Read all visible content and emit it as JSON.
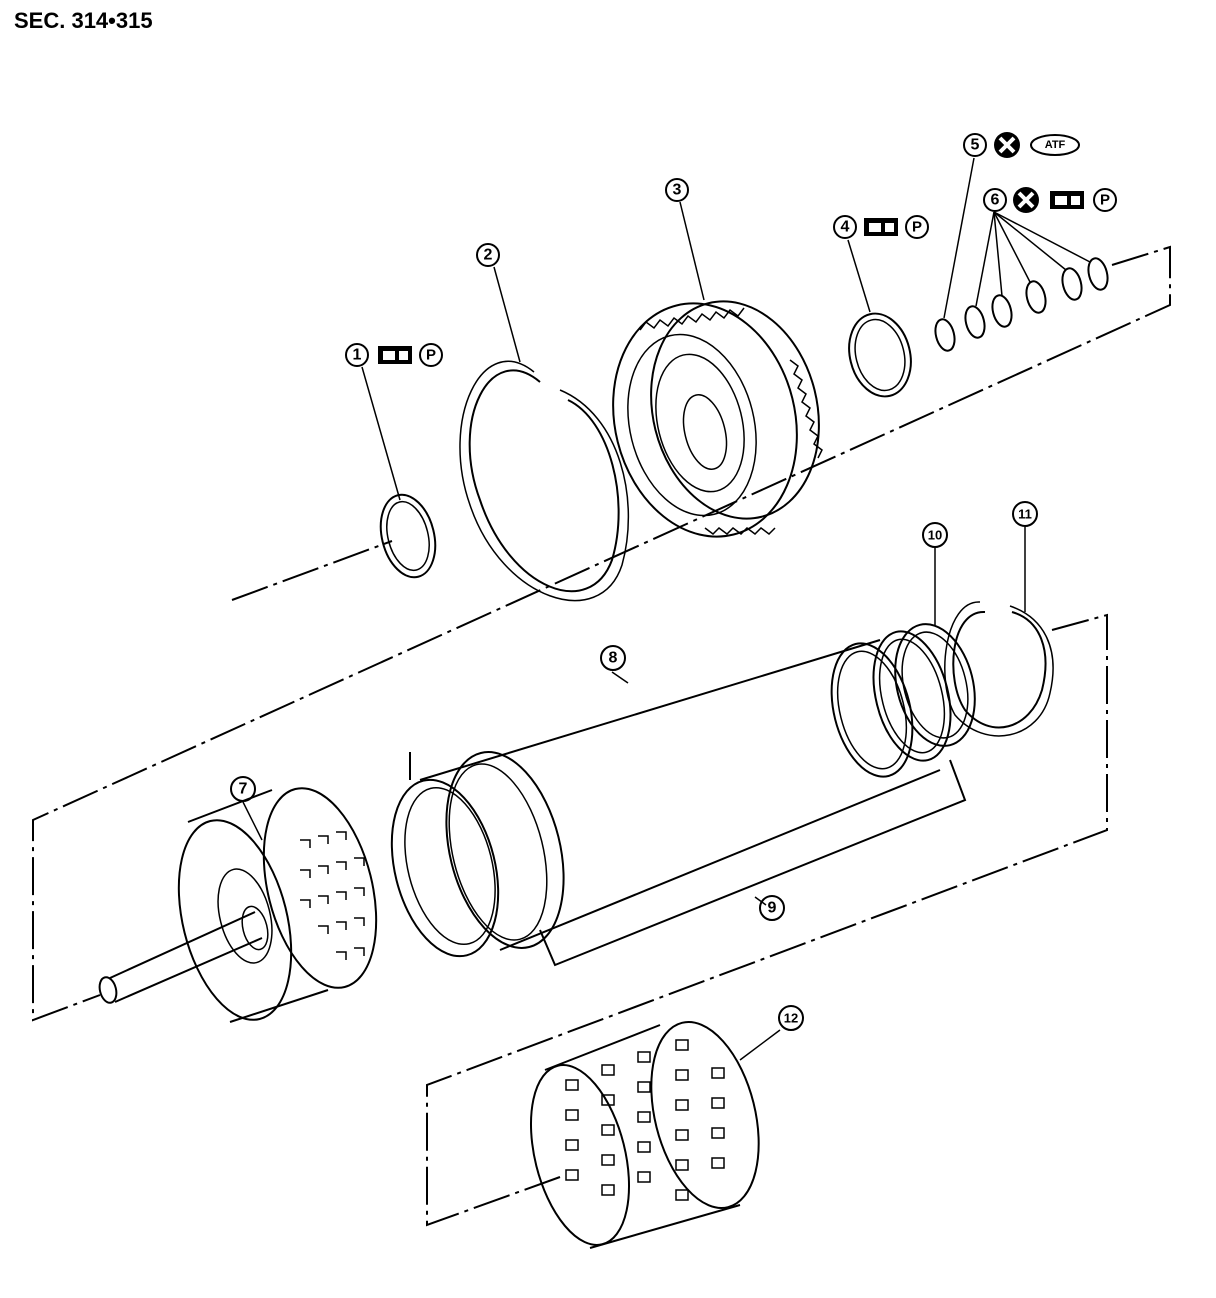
{
  "section_label": "SEC. 314•315",
  "callouts": [
    {
      "id": "1",
      "label": "1"
    },
    {
      "id": "2",
      "label": "2"
    },
    {
      "id": "3",
      "label": "3"
    },
    {
      "id": "4",
      "label": "4"
    },
    {
      "id": "5",
      "label": "5"
    },
    {
      "id": "6",
      "label": "6"
    },
    {
      "id": "7",
      "label": "7"
    },
    {
      "id": "8",
      "label": "8"
    },
    {
      "id": "9",
      "label": "9"
    },
    {
      "id": "10",
      "label": "10"
    },
    {
      "id": "11",
      "label": "11"
    },
    {
      "id": "12",
      "label": "12"
    }
  ],
  "symbols": {
    "atf": "ATF",
    "petroleum_jelly": "P",
    "grease_icon": "grease-apply-icon",
    "replace_icon": "do-not-reuse-icon"
  }
}
